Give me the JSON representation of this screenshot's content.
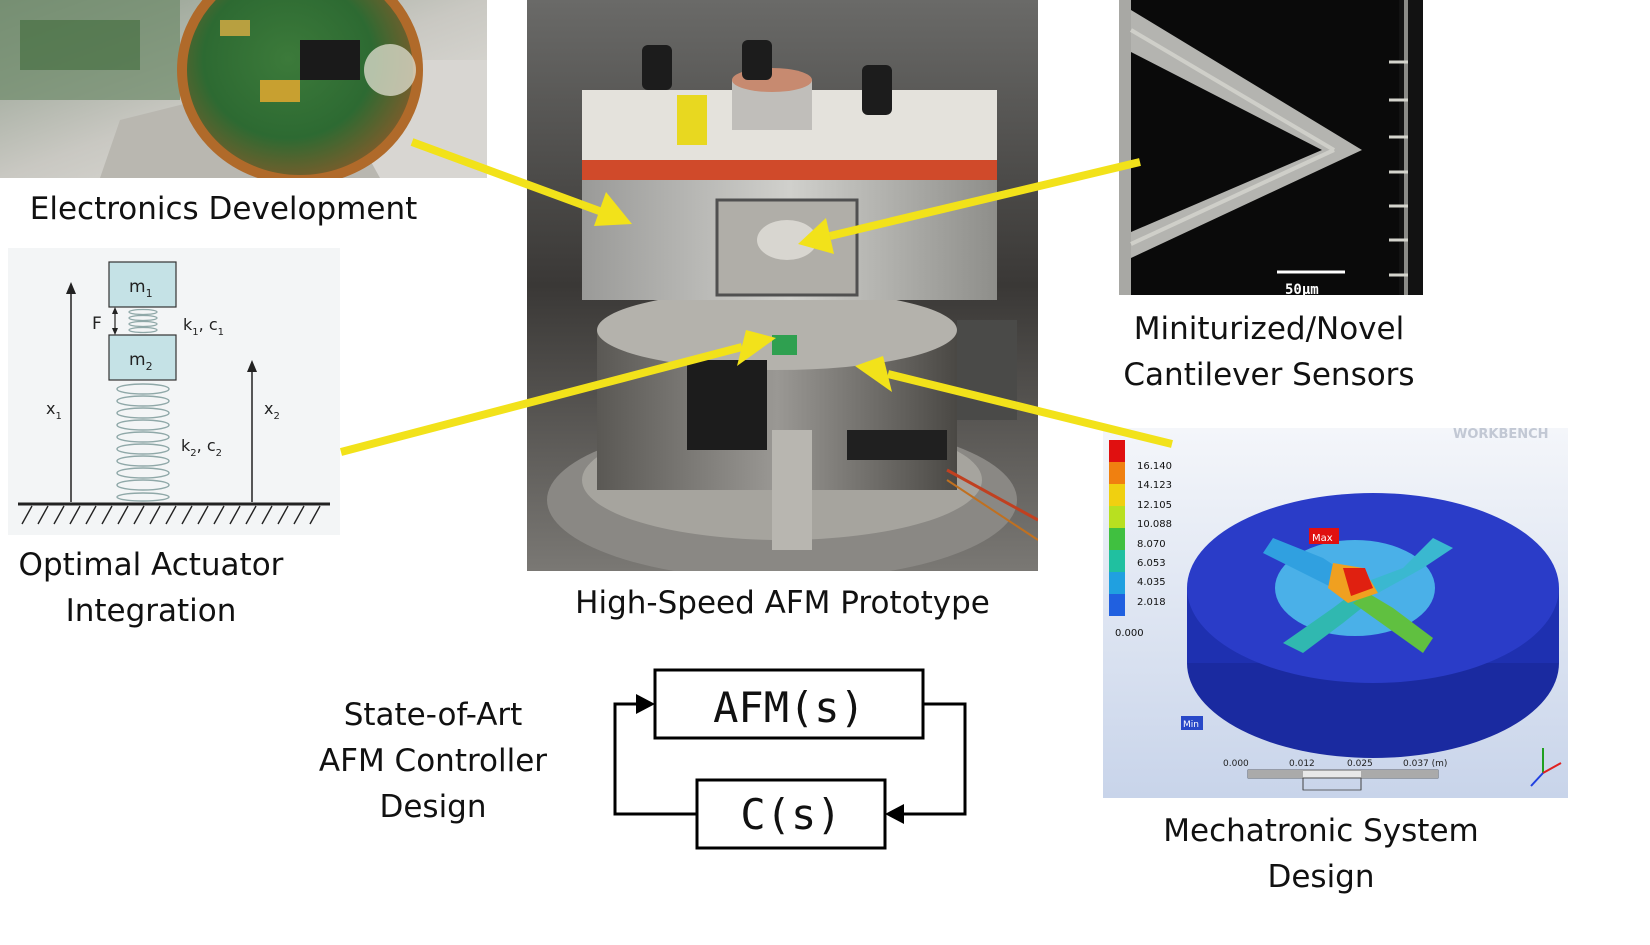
{
  "captions": {
    "electronics": "Electronics Development",
    "actuator_line1": "Optimal Actuator",
    "actuator_line2": "Integration",
    "prototype": "High-Speed AFM Prototype",
    "cantilever_line1": "Miniturized/Novel",
    "cantilever_line2": "Cantilever Sensors",
    "mechatronic_line1": "Mechatronic System",
    "mechatronic_line2": "Design",
    "controller_line1": "State-of-Art",
    "controller_line2": "AFM Controller",
    "controller_line3": "Design"
  },
  "mass_spring": {
    "m1": "m",
    "m1_sub": "1",
    "m2": "m",
    "m2_sub": "2",
    "force": "F",
    "k1": "k",
    "k1_sub": "1",
    "c1": ", c",
    "c1_sub": "1",
    "k2": "k",
    "k2_sub": "2",
    "c2": ", c",
    "c2_sub": "2",
    "x1": "x",
    "x1_sub": "1",
    "x2": "x",
    "x2_sub": "2"
  },
  "sem": {
    "scale_label": "50µm"
  },
  "fea": {
    "watermark": "WORKBENCH",
    "legend_values": [
      "16.140",
      "14.123",
      "12.105",
      "10.088",
      "8.070",
      "6.053",
      "4.035",
      "2.018",
      "0.000"
    ],
    "legend_colors": [
      "#e01010",
      "#f08010",
      "#f0d010",
      "#b8e020",
      "#40c040",
      "#20c0a0",
      "#20a0e0",
      "#2060e0",
      "#1830c0"
    ],
    "max_tag": "Max",
    "min_tag": "Min",
    "scale_ticks": [
      "0.000",
      "0.012",
      "0.025",
      "0.037 (m)"
    ]
  },
  "block_diagram": {
    "plant": "AFM(s)",
    "controller": "C(s)"
  },
  "colors": {
    "arrow": "#f2e21a",
    "box": "#000000"
  }
}
